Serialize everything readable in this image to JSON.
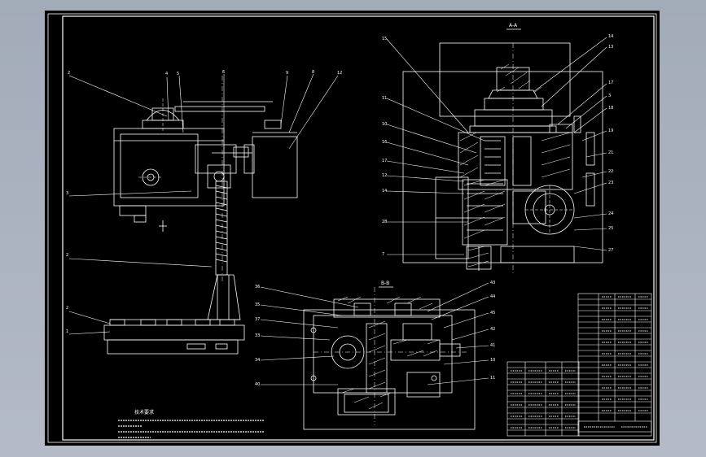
{
  "viewer": {
    "background_color": "#aab2be",
    "paper_color": "#000000",
    "line_color": "#ffffff"
  },
  "drawing": {
    "section_label_top": "A-A",
    "section_label_bottom": "B-B",
    "tech_requirements_title": "技术要求"
  }
}
